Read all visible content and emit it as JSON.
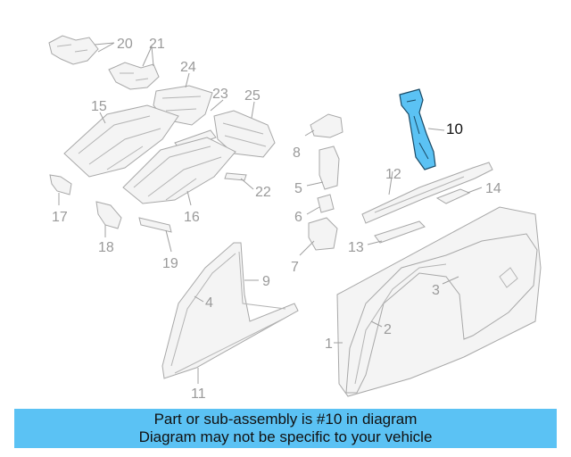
{
  "callouts": {
    "c1": "1",
    "c2": "2",
    "c3": "3",
    "c4": "4",
    "c5": "5",
    "c6": "6",
    "c7": "7",
    "c8": "8",
    "c9": "9",
    "c10": "10",
    "c11": "11",
    "c12": "12",
    "c13": "13",
    "c14": "14",
    "c15": "15",
    "c16": "16",
    "c17": "17",
    "c18": "18",
    "c19": "19",
    "c20": "20",
    "c21": "21",
    "c22": "22",
    "c23": "23",
    "c24": "24",
    "c25": "25"
  },
  "highlight_color": "#5bc2f4",
  "banner": {
    "line1": "Part or sub-assembly is #10 in diagram",
    "line2": "Diagram may not be specific to your vehicle"
  }
}
